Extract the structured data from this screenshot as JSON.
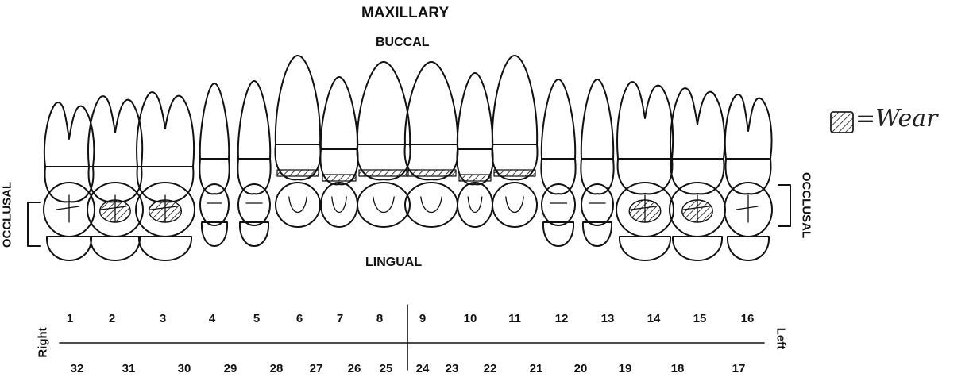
{
  "title": "MAXILLARY",
  "buccal_label": "BUCCAL",
  "lingual_label": "LINGUAL",
  "occlusal_left": "OCCLUSAL",
  "occlusal_right": "OCCLUSAL",
  "side_right": "Right",
  "side_left": "Left",
  "upper_numbers": [
    "1",
    "2",
    "3",
    "4",
    "5",
    "6",
    "7",
    "8",
    "9",
    "10",
    "11",
    "12",
    "13",
    "14",
    "15",
    "16"
  ],
  "lower_numbers": [
    "32",
    "31",
    "30",
    "29",
    "28",
    "27",
    "26",
    "25",
    "24",
    "23",
    "22",
    "21",
    "20",
    "19",
    "18",
    "17"
  ],
  "legend": {
    "symbol_name": "hatched-square-icon",
    "text": "=Wear"
  },
  "teeth_with_wear": [
    "2",
    "3",
    "6",
    "7",
    "8",
    "9",
    "10",
    "11",
    "14",
    "15"
  ]
}
